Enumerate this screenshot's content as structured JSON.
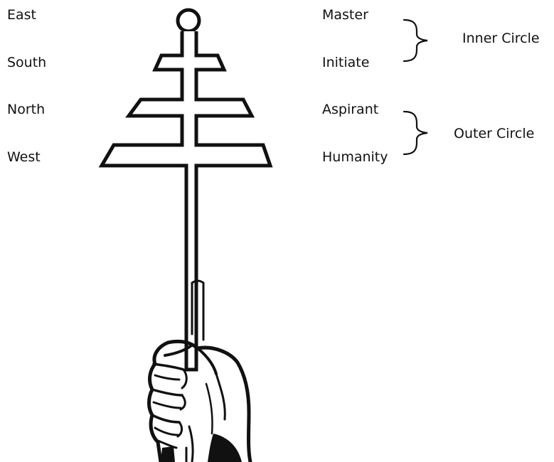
{
  "directions": {
    "east": "East",
    "south": "South",
    "north": "North",
    "west": "West"
  },
  "ranks": {
    "master": "Master",
    "initiate": "Initiate",
    "aspirant": "Aspirant",
    "humanity": "Humanity"
  },
  "groups": {
    "inner": "Inner Circle",
    "outer": "Outer Circle"
  },
  "ink_color": "#111111"
}
